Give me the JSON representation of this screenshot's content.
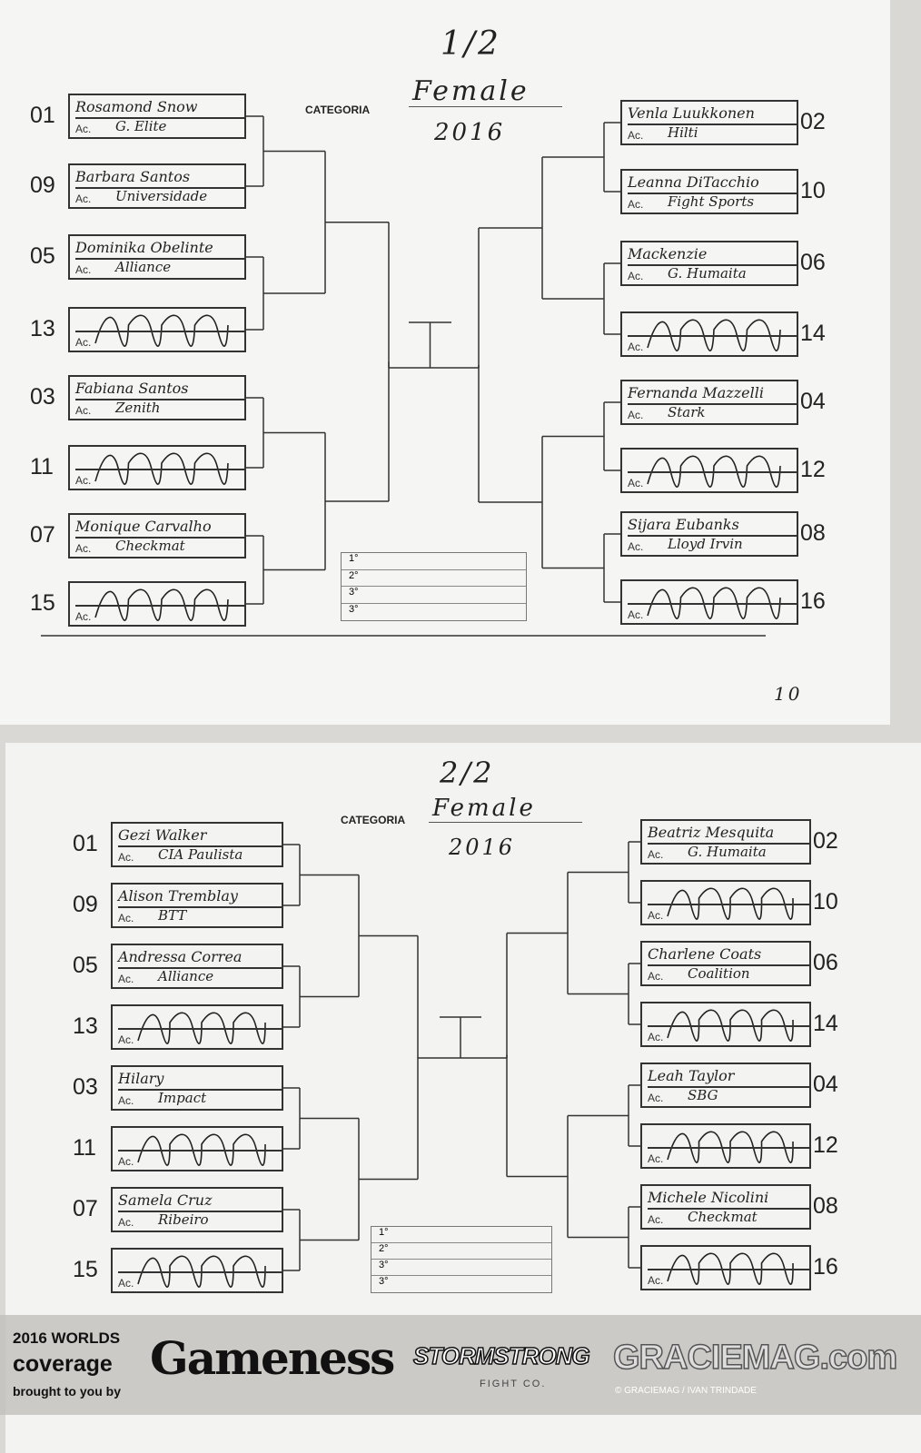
{
  "sheets": [
    {
      "page": "1/2",
      "category_label": "CATEGORIA",
      "category": "Female",
      "year": "2016",
      "note": "10",
      "places": [
        "1°",
        "2°",
        "3°",
        "3°"
      ],
      "ac_label": "Ac.",
      "left": [
        {
          "seed": "01",
          "name": "Rosamond Snow",
          "academy": "G. Elite",
          "scratched": false
        },
        {
          "seed": "09",
          "name": "Barbara Santos",
          "academy": "Universidade",
          "scratched": false
        },
        {
          "seed": "05",
          "name": "Dominika Obelinte",
          "academy": "Alliance",
          "scratched": false
        },
        {
          "seed": "13",
          "name": "",
          "academy": "",
          "scratched": true
        },
        {
          "seed": "03",
          "name": "Fabiana Santos",
          "academy": "Zenith",
          "scratched": false
        },
        {
          "seed": "11",
          "name": "",
          "academy": "",
          "scratched": true
        },
        {
          "seed": "07",
          "name": "Monique Carvalho",
          "academy": "Checkmat",
          "scratched": false
        },
        {
          "seed": "15",
          "name": "",
          "academy": "",
          "scratched": true
        }
      ],
      "right": [
        {
          "seed": "02",
          "name": "Venla Luukkonen",
          "academy": "Hilti",
          "scratched": false
        },
        {
          "seed": "10",
          "name": "Leanna DiTacchio",
          "academy": "Fight Sports",
          "scratched": false
        },
        {
          "seed": "06",
          "name": "Mackenzie",
          "academy": "G. Humaita",
          "scratched": false
        },
        {
          "seed": "14",
          "name": "",
          "academy": "",
          "scratched": true
        },
        {
          "seed": "04",
          "name": "Fernanda Mazzelli",
          "academy": "Stark",
          "scratched": false
        },
        {
          "seed": "12",
          "name": "",
          "academy": "",
          "scratched": true
        },
        {
          "seed": "08",
          "name": "Sijara Eubanks",
          "academy": "Lloyd Irvin",
          "scratched": false
        },
        {
          "seed": "16",
          "name": "",
          "academy": "",
          "scratched": true
        }
      ]
    },
    {
      "page": "2/2",
      "category_label": "CATEGORIA",
      "category": "Female",
      "year": "2016",
      "places": [
        "1°",
        "2°",
        "3°",
        "3°"
      ],
      "ac_label": "Ac.",
      "left": [
        {
          "seed": "01",
          "name": "Gezi Walker",
          "academy": "CIA Paulista",
          "scratched": false
        },
        {
          "seed": "09",
          "name": "Alison Tremblay",
          "academy": "BTT",
          "scratched": false
        },
        {
          "seed": "05",
          "name": "Andressa Correa",
          "academy": "Alliance",
          "scratched": false
        },
        {
          "seed": "13",
          "name": "",
          "academy": "",
          "scratched": true
        },
        {
          "seed": "03",
          "name": "Hilary",
          "academy": "Impact",
          "scratched": false
        },
        {
          "seed": "11",
          "name": "",
          "academy": "",
          "scratched": true
        },
        {
          "seed": "07",
          "name": "Samela Cruz",
          "academy": "Ribeiro",
          "scratched": false
        },
        {
          "seed": "15",
          "name": "",
          "academy": "",
          "scratched": true
        }
      ],
      "right": [
        {
          "seed": "02",
          "name": "Beatriz Mesquita",
          "academy": "G. Humaita",
          "scratched": false
        },
        {
          "seed": "10",
          "name": "",
          "academy": "",
          "scratched": true
        },
        {
          "seed": "06",
          "name": "Charlene Coats",
          "academy": "Coalition",
          "scratched": false
        },
        {
          "seed": "14",
          "name": "",
          "academy": "",
          "scratched": true
        },
        {
          "seed": "04",
          "name": "Leah Taylor",
          "academy": "SBG",
          "scratched": false
        },
        {
          "seed": "12",
          "name": "",
          "academy": "",
          "scratched": true
        },
        {
          "seed": "08",
          "name": "Michele Nicolini",
          "academy": "Checkmat",
          "scratched": false
        },
        {
          "seed": "16",
          "name": "",
          "academy": "",
          "scratched": true
        }
      ]
    }
  ],
  "banner": {
    "line1": "2016 WORLDS",
    "line2": "coverage",
    "line3": "brought to you by",
    "sponsor1": "Gameness",
    "sponsor2": "STORMSTRONG",
    "sponsor2_sub": "FIGHT CO.",
    "sponsor3": "GRACIEMAG.com",
    "credit": "© GRACIEMAG / IVAN TRINDADE"
  }
}
